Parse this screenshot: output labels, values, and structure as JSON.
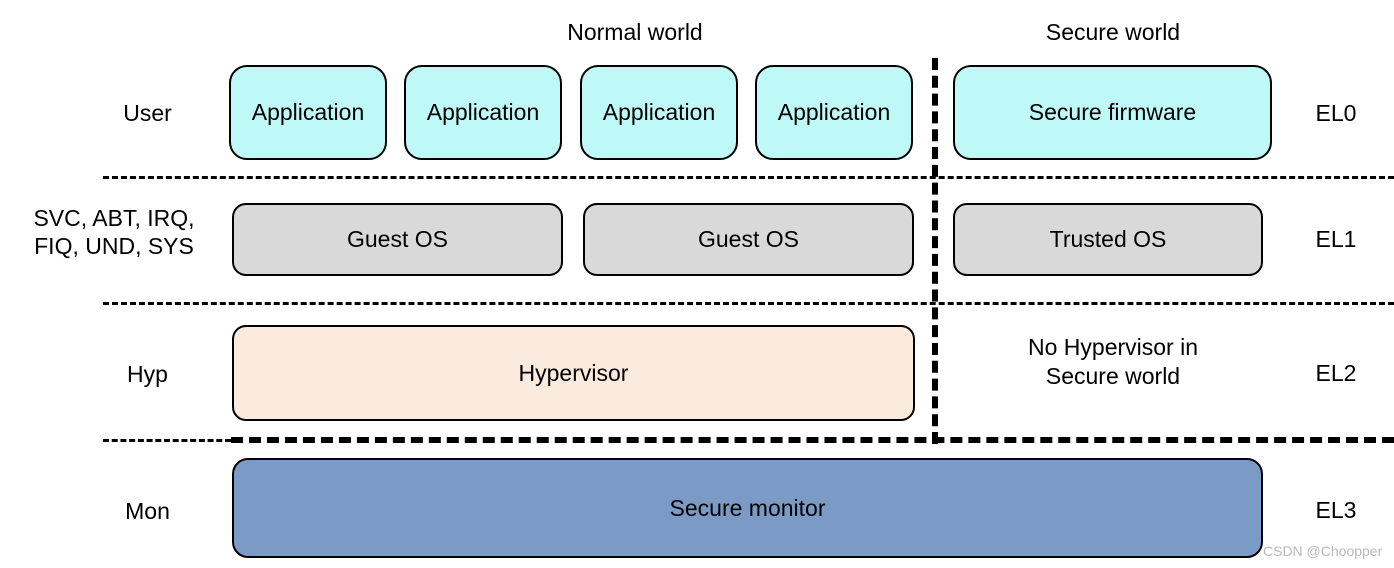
{
  "diagram": {
    "title_normal_world": "Normal world",
    "title_secure_world": "Secure world",
    "watermark": "CSDN @Choopper",
    "mode_labels": {
      "user": "User",
      "el1": "SVC, ABT, IRQ,\nFIQ, UND, SYS",
      "hyp": "Hyp",
      "mon": "Mon"
    },
    "exception_levels": {
      "el0": "EL0",
      "el1": "EL1",
      "el2": "EL2",
      "el3": "EL3"
    },
    "normal_world": {
      "el0_boxes": [
        "Application",
        "Application",
        "Application",
        "Application"
      ],
      "el1_boxes": [
        "Guest OS",
        "Guest OS"
      ],
      "el2_boxes": [
        "Hypervisor"
      ]
    },
    "secure_world": {
      "el0_boxes": [
        "Secure firmware"
      ],
      "el1_boxes": [
        "Trusted OS"
      ],
      "el2_note": "No Hypervisor in\nSecure world"
    },
    "spanning": {
      "el3_box": "Secure monitor"
    },
    "colors": {
      "el0_box_fill": "#bff9f7",
      "el1_box_fill": "#d9d9d9",
      "el2_box_fill": "#fbeade",
      "el3_box_fill": "#7b9bc6",
      "stroke": "#000000",
      "background": "#ffffff",
      "watermark": "#b9b9b9"
    }
  }
}
